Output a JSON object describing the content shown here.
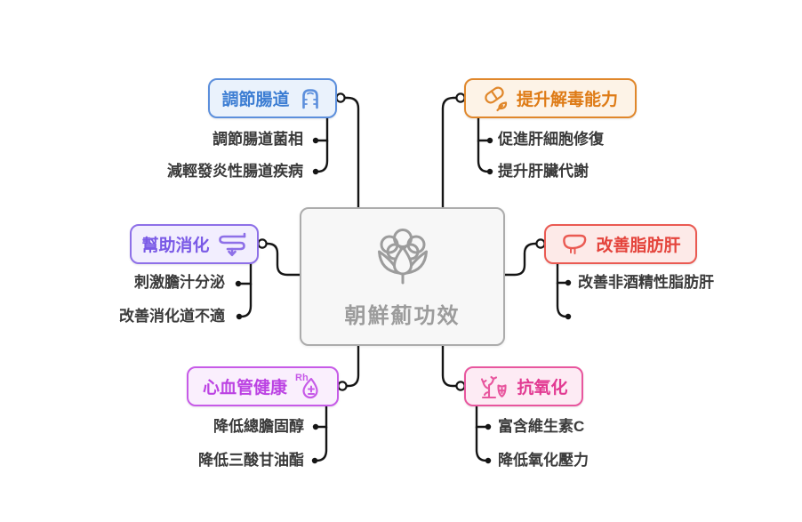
{
  "diagram": {
    "type": "mindmap",
    "line_color": "#151515",
    "background": "#FFFFFF"
  },
  "center": {
    "label": "朝鮮薊功效",
    "icon": "artichoke-icon",
    "text_color": "#9C9C9C",
    "bg": "#F7F7F7",
    "border": "#ACACAC"
  },
  "branches": [
    {
      "id": "gut",
      "label": "調節腸道",
      "icon": "intestine-icon",
      "position": "top-left",
      "text_color": "#3D7ED3",
      "bg": "#EAF2FC",
      "border": "#5C8FDC",
      "children": [
        "調節腸道菌相",
        "減輕發炎性腸道疾病"
      ]
    },
    {
      "id": "detox",
      "label": "提升解毒能力",
      "icon": "capsule-leaf-icon",
      "position": "top-right",
      "text_color": "#DE7B16",
      "bg": "#FDF3E7",
      "border": "#E0872B",
      "children": [
        "促進肝細胞修復",
        "提升肝臟代謝"
      ]
    },
    {
      "id": "digestion",
      "label": "幫助消化",
      "icon": "flow-arrows-icon",
      "position": "middle-left",
      "text_color": "#7A5AE6",
      "bg": "#F2EEFE",
      "border": "#8E70E8",
      "children": [
        "刺激膽汁分泌",
        "改善消化道不適"
      ]
    },
    {
      "id": "fatty-liver",
      "label": "改善脂肪肝",
      "icon": "liver-icon",
      "position": "middle-right",
      "text_color": "#E4443C",
      "bg": "#FDEAE8",
      "border": "#EA5A52",
      "children": [
        "改善非酒精性脂肪肝"
      ]
    },
    {
      "id": "cardio",
      "label": "心血管健康",
      "icon": "blood-type-icon",
      "position": "bottom-left",
      "text_color": "#BC43E3",
      "bg": "#FAEFFD",
      "border": "#C75BE8",
      "children": [
        "降低總膽固醇",
        "降低三酸甘油酯"
      ]
    },
    {
      "id": "antioxidant",
      "label": "抗氧化",
      "icon": "antioxidant-shield-icon",
      "position": "bottom-right",
      "text_color": "#E23A92",
      "bg": "#FDEBF4",
      "border": "#E8569E",
      "children": [
        "富含維生素C",
        "降低氧化壓力"
      ]
    }
  ]
}
